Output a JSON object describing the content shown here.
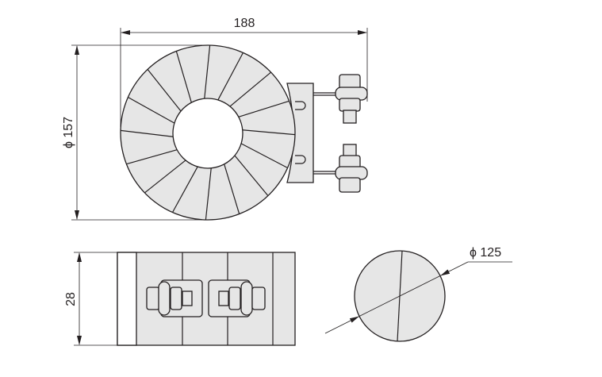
{
  "title": "Toroidal transformer dimension drawing",
  "dimensions": {
    "width": "188",
    "outer_diameter": "ϕ 157",
    "height": "28",
    "mount_diameter": "ϕ 125"
  },
  "colors": {
    "line": "#231f20",
    "fill": "#e6e6e6"
  },
  "toroid_segments": 16
}
